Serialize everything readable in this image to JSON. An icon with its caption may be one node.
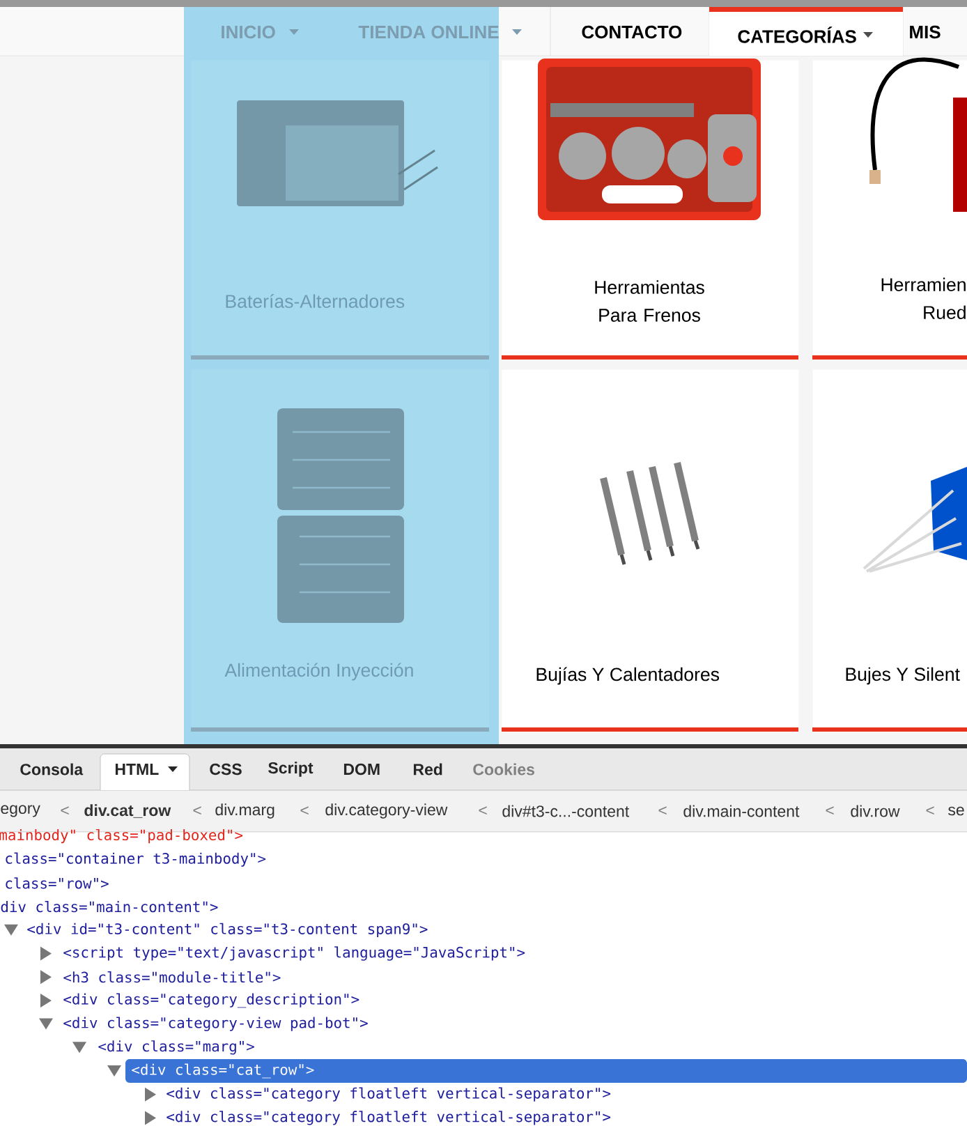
{
  "diagram": {
    "nodes": [
      {
        "text": [
          "Baterías-Alternadores"
        ]
      },
      {
        "text": [
          "Herramientas Para Frenos"
        ]
      },
      {
        "text": [
          "Herramien Rued"
        ]
      },
      {
        "text": [
          "Alimentación Inyección"
        ]
      },
      {
        "text": [
          "Bujías Y Calentadores"
        ]
      },
      {
        "text": [
          "Bujes Y Silent"
        ]
      }
    ],
    "labels": [
      "INICIO",
      "TIENDA ONLINE",
      "CONTACTO",
      "CATEGORÍAS",
      "MIS",
      "Consola",
      "HTML",
      "CSS",
      "Script",
      "DOM",
      "Red",
      "Cookies",
      "egory",
      "<",
      "div.cat_row",
      "<",
      "div.marg",
      "<",
      "div.category-view",
      "<",
      "div#t3-c...-content",
      "<",
      "div.main-content",
      "<",
      "div.row",
      "<",
      "se",
      "mainbody\" class=\"pad-boxed\">",
      "class=\"container t3-mainbody\">",
      "class=\"row\">",
      "div class=\"main-content\">",
      "<div id=\"t3-content\" class=\"t3-content span9\">",
      "<script type=\"text/javascript\" language=\"JavaScript\">",
      "<h3 class=\"module-title\">",
      "<div class=\"category_description\">",
      "<div class=\"category-view pad-bot\">",
      "<div class=\"marg\">",
      "<div class=\"cat_row\">",
      "<div class=\"category floatleft vertical-separator\">",
      "<div class=\"category floatleft vertical-separator\">"
    ]
  }
}
